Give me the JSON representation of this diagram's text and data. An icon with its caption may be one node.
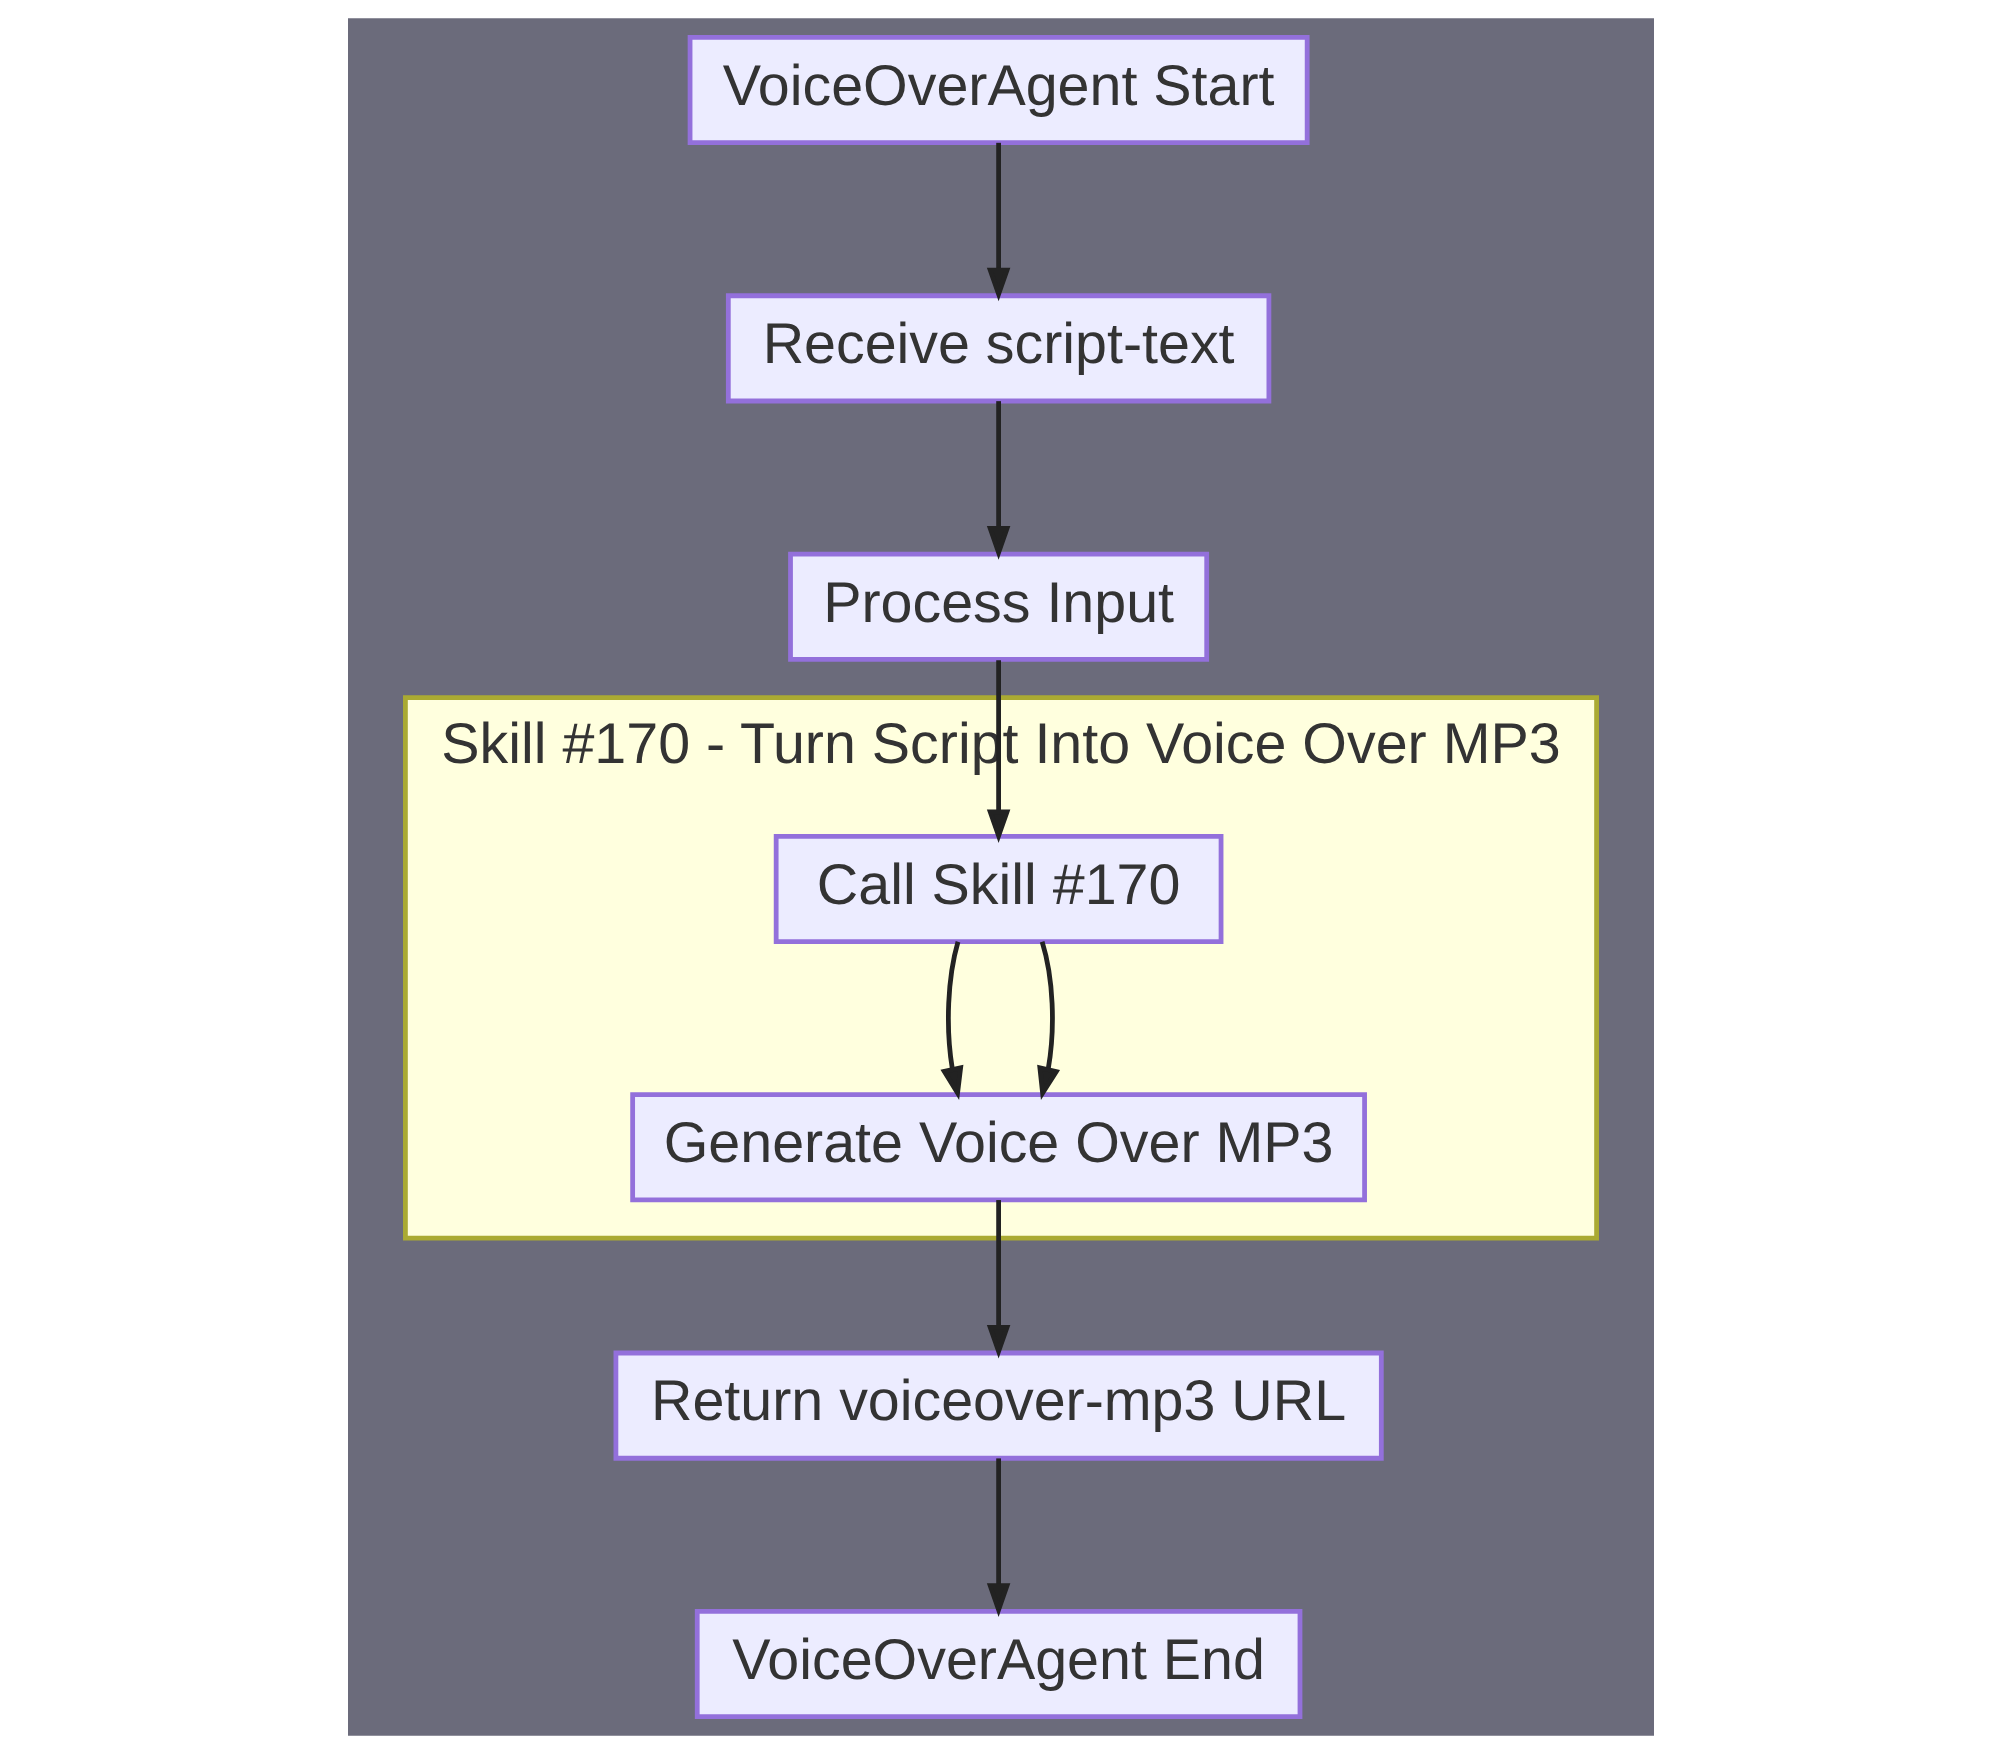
{
  "diagram": {
    "nodes": [
      {
        "text": [
          "VoiceOverAgent Start"
        ]
      },
      {
        "text": [
          "Receive script-text"
        ]
      },
      {
        "text": [
          "Process Input"
        ]
      },
      {
        "text": [
          "Skill #170 - Turn Script Into Voice Over MP3"
        ]
      },
      {
        "text": [
          "Call Skill #170"
        ],
        "in": 3
      },
      {
        "text": [
          "Generate Voice Over MP3"
        ],
        "in": 3
      },
      {
        "text": [
          "Return voiceover-mp3 URL"
        ]
      },
      {
        "text": [
          "VoiceOverAgent End"
        ]
      }
    ],
    "edges": [
      {
        "from": 0,
        "to": 1,
        "arrow": "to"
      },
      {
        "from": 1,
        "to": 2,
        "arrow": "to"
      },
      {
        "from": 2,
        "to": 4,
        "arrow": "to"
      },
      {
        "from": 4,
        "to": 5,
        "arrow": "to"
      },
      {
        "from": 4,
        "to": 5,
        "arrow": "to"
      },
      {
        "from": 5,
        "to": 6,
        "arrow": "to"
      },
      {
        "from": 6,
        "to": 7,
        "arrow": "to"
      }
    ]
  }
}
